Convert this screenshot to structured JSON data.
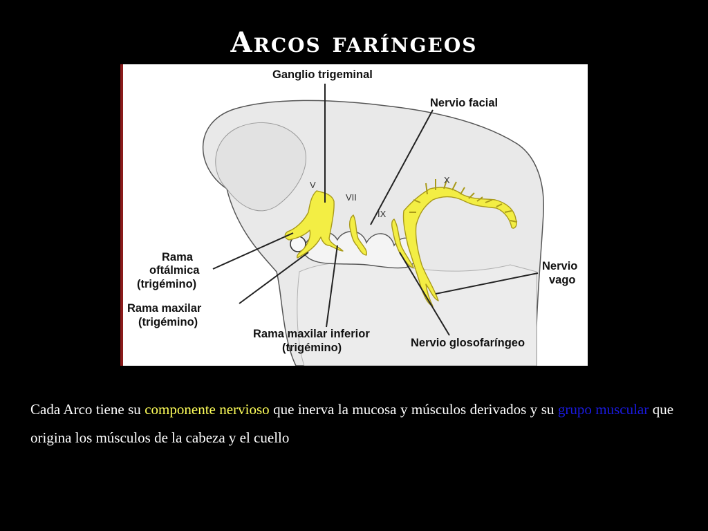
{
  "slide": {
    "title": "Arcos faríngeos"
  },
  "figure": {
    "labels": {
      "ganglio_trigeminal": "Ganglio trigeminal",
      "nervio_facial": "Nervio facial",
      "rama_oftalmica_1": "Rama",
      "rama_oftalmica_2": "oftálmica",
      "rama_oftalmica_3": "(trigémino)",
      "rama_maxilar_1": "Rama maxilar",
      "rama_maxilar_2": "(trigémino)",
      "rama_maxilar_inferior_1": "Rama maxilar inferior",
      "rama_maxilar_inferior_2": "(trigémino)",
      "nervio_glosofaringeo": "Nervio glosofaríngeo",
      "nervio_vago_1": "Nervio",
      "nervio_vago_2": "vago"
    },
    "roman_numerals": {
      "v": "V",
      "vii": "VII",
      "ix": "IX",
      "x": "X"
    },
    "colors": {
      "nerve_fill": "#f3ee44",
      "embryo_fill": "#e9e9e9"
    }
  },
  "caption": {
    "part1": "Cada Arco tiene su ",
    "highlight1": "componente nervioso",
    "part2": " que inerva la mucosa y músculos derivados y su ",
    "highlight2": "grupo muscular",
    "part3": " que origina los músculos de la cabeza y el cuello",
    "highlight1_color": "#ffff5a",
    "highlight2_color": "#1a1ae0"
  }
}
